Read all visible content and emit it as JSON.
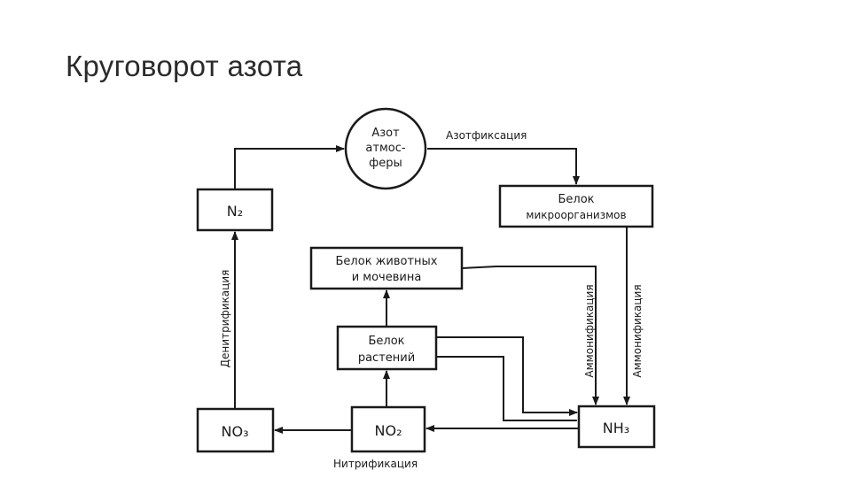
{
  "title": "Круговорот азота",
  "nodes": {
    "atmosphere": [
      "Азот",
      "атмос-",
      "феры"
    ],
    "micro_protein": [
      "Белок",
      "микроорганизмов"
    ],
    "n2": "N₂",
    "animal_protein": [
      "Белок животных",
      "и мочевина"
    ],
    "plant_protein": [
      "Белок",
      "растений"
    ],
    "no3": "NO₃",
    "no2": "NO₂",
    "nh3": "NH₃"
  },
  "labels": {
    "nitrogen_fixation": "Азотфиксация",
    "denitrification": "Денитрификация",
    "ammonification_1": "Аммонификация",
    "ammonification_2": "Аммонификация",
    "nitrification": "Нитрификация"
  }
}
